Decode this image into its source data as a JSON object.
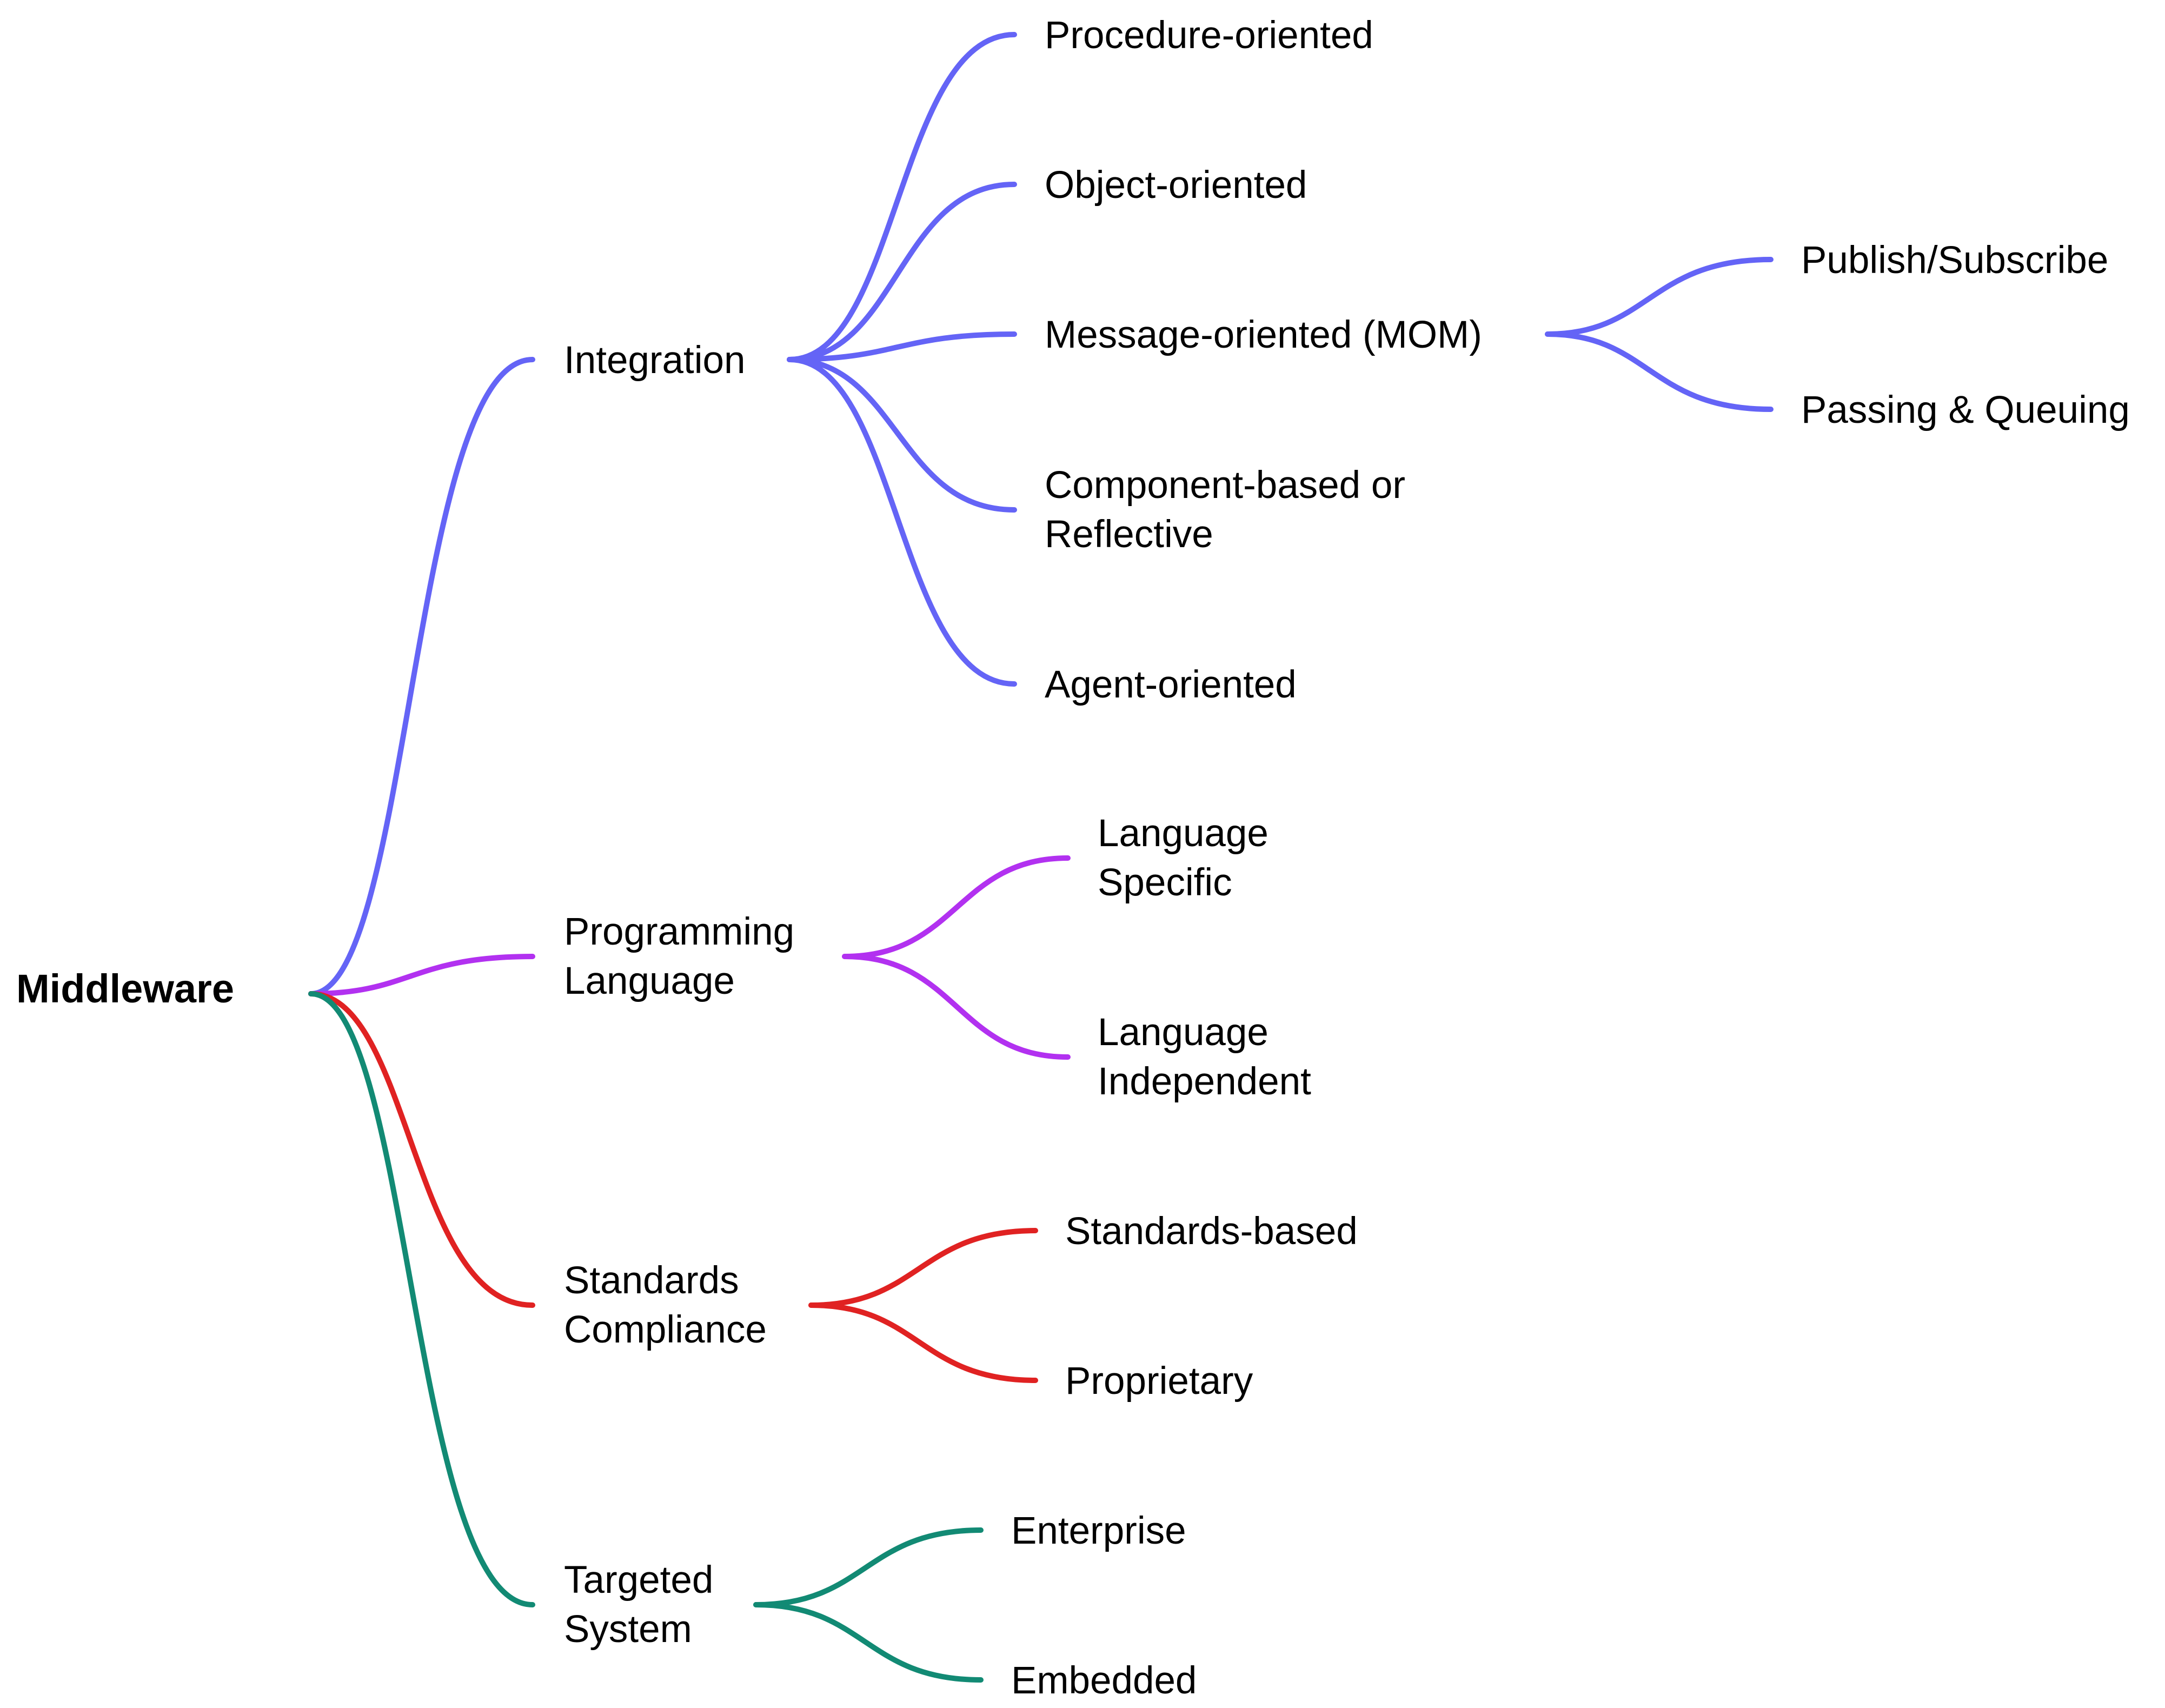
{
  "colors": {
    "integration": "#6464f6",
    "programming": "#b231f0",
    "standards": "#e02222",
    "targeted": "#128a74"
  },
  "root": {
    "label": "Middleware"
  },
  "branches": [
    {
      "id": "integration",
      "lines": [
        "Integration"
      ],
      "children": [
        {
          "lines": [
            "Procedure-oriented"
          ]
        },
        {
          "lines": [
            "Object-oriented"
          ]
        },
        {
          "lines": [
            "Message-oriented (MOM)"
          ],
          "children": [
            {
              "lines": [
                "Publish/Subscribe"
              ]
            },
            {
              "lines": [
                "Passing & Queuing"
              ]
            }
          ]
        },
        {
          "lines": [
            "Component-based or",
            "Reflective"
          ]
        },
        {
          "lines": [
            "Agent-oriented"
          ]
        }
      ]
    },
    {
      "id": "programming",
      "lines": [
        "Programming",
        "Language"
      ],
      "children": [
        {
          "lines": [
            "Language",
            "Specific"
          ]
        },
        {
          "lines": [
            "Language",
            "Independent"
          ]
        }
      ]
    },
    {
      "id": "standards",
      "lines": [
        "Standards",
        "Compliance"
      ],
      "children": [
        {
          "lines": [
            "Standards-based"
          ]
        },
        {
          "lines": [
            "Proprietary"
          ]
        }
      ]
    },
    {
      "id": "targeted",
      "lines": [
        "Targeted",
        "System"
      ],
      "children": [
        {
          "lines": [
            "Enterprise"
          ]
        },
        {
          "lines": [
            "Embedded"
          ]
        }
      ]
    }
  ]
}
